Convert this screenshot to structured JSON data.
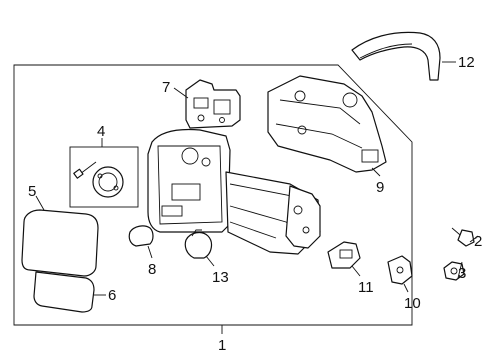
{
  "diagram": {
    "background": "#ffffff",
    "ink": "#111111",
    "callouts": {
      "c1": "1",
      "c2": "2",
      "c3": "3",
      "c4": "4",
      "c5": "5",
      "c6": "6",
      "c7": "7",
      "c8": "8",
      "c9": "9",
      "c10": "10",
      "c11": "11",
      "c12": "12",
      "c13": "13"
    }
  }
}
